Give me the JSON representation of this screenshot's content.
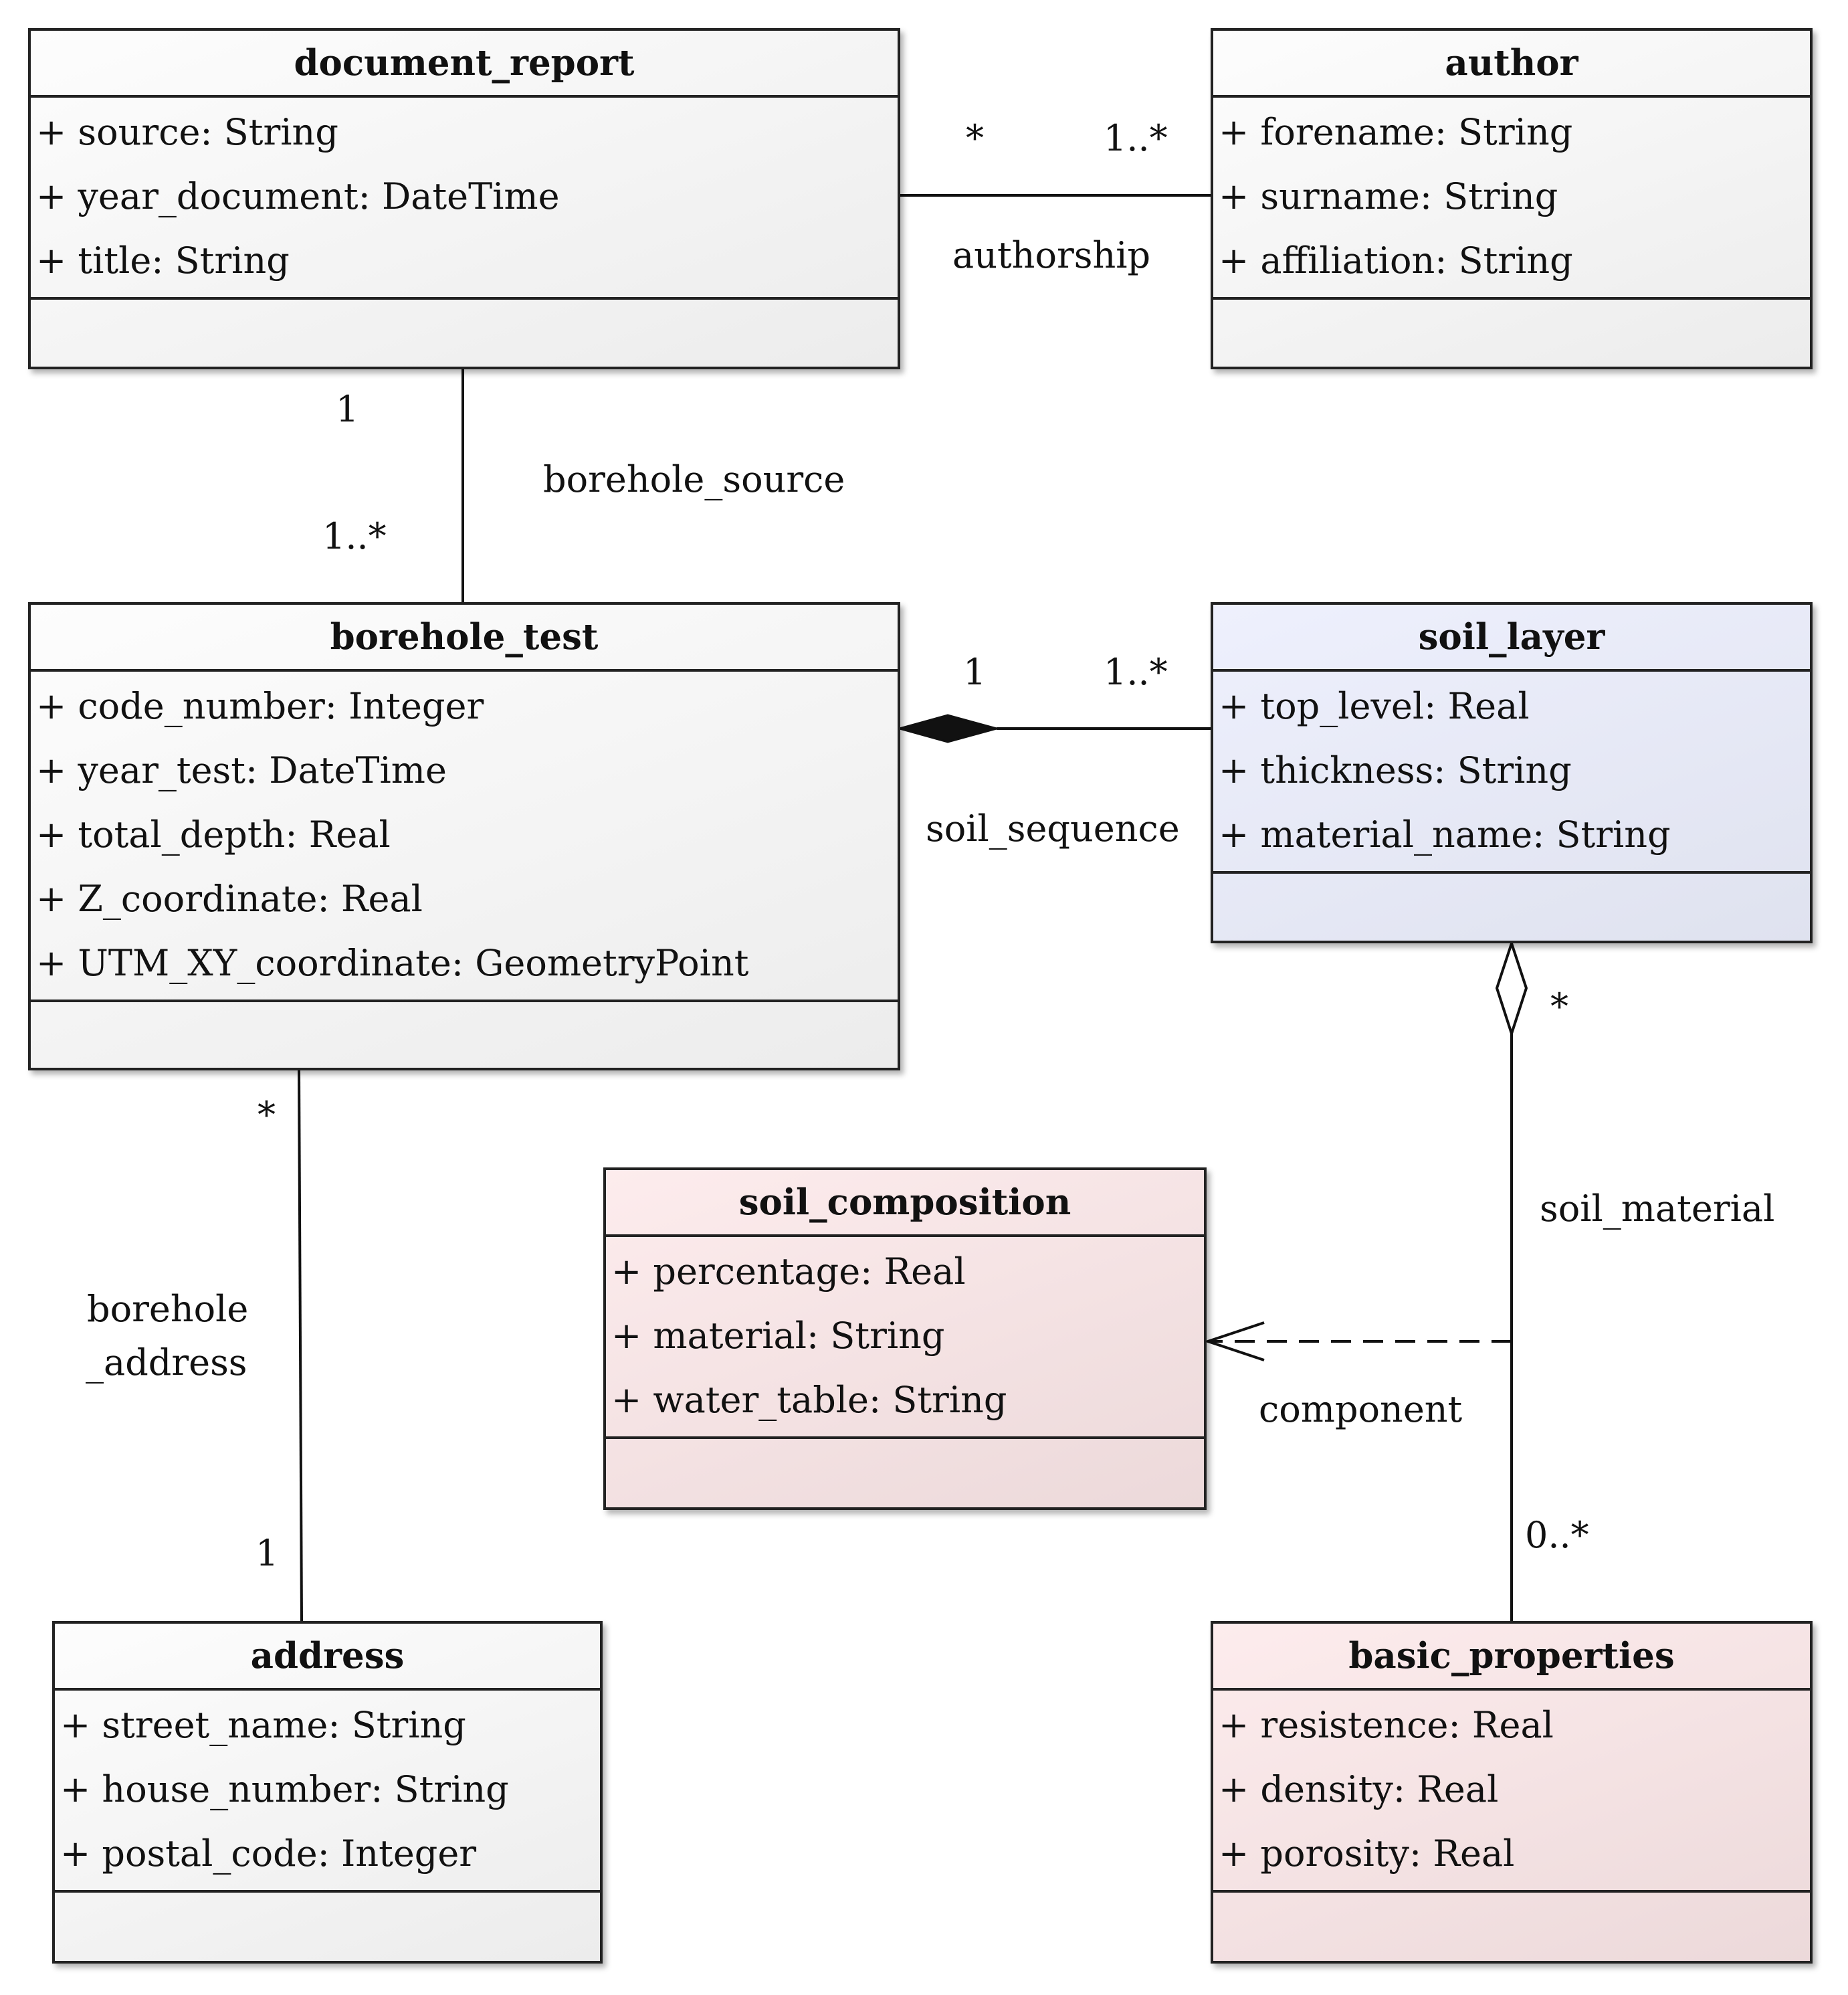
{
  "classes": {
    "document_report": {
      "name": "document_report",
      "attributes": [
        "+ source: String",
        "+ year_document: DateTime",
        "+ title: String"
      ]
    },
    "author": {
      "name": "author",
      "attributes": [
        "+ forename: String",
        "+ surname: String",
        "+ affiliation: String"
      ]
    },
    "borehole_test": {
      "name": "borehole_test",
      "attributes": [
        "+ code_number: Integer",
        "+ year_test: DateTime",
        "+ total_depth: Real",
        "+ Z_coordinate: Real",
        "+ UTM_XY_coordinate: GeometryPoint"
      ]
    },
    "soil_layer": {
      "name": "soil_layer",
      "attributes": [
        "+ top_level: Real",
        "+ thickness: String",
        "+ material_name: String"
      ]
    },
    "soil_composition": {
      "name": "soil_composition",
      "attributes": [
        "+ percentage: Real",
        "+ material: String",
        "+ water_table: String"
      ]
    },
    "address": {
      "name": "address",
      "attributes": [
        "+ street_name: String",
        "+ house_number: String",
        "+ postal_code: Integer"
      ]
    },
    "basic_properties": {
      "name": "basic_properties",
      "attributes": [
        "+ resistence: Real",
        "+ density: Real",
        "+ porosity: Real"
      ]
    }
  },
  "associations": {
    "authorship": {
      "name": "authorship",
      "mult_source": "*",
      "mult_target": "1..*"
    },
    "borehole_source": {
      "name": "borehole_source",
      "mult_source": "1",
      "mult_target": "1..*"
    },
    "soil_sequence": {
      "name": "soil_sequence",
      "mult_source": "1",
      "mult_target": "1..*"
    },
    "borehole_address": {
      "name_line1": "borehole",
      "name_line2": "_address",
      "mult_source": "*",
      "mult_target": "1"
    },
    "soil_material": {
      "name": "soil_material",
      "mult_source": "*",
      "mult_target": "0..*"
    },
    "component": {
      "name": "component"
    }
  },
  "colors": {
    "line": "#111111",
    "plain_fill": "#f2f2f2",
    "blue_fill": "#e6e9f7",
    "pink_fill": "#f5e3e4"
  }
}
